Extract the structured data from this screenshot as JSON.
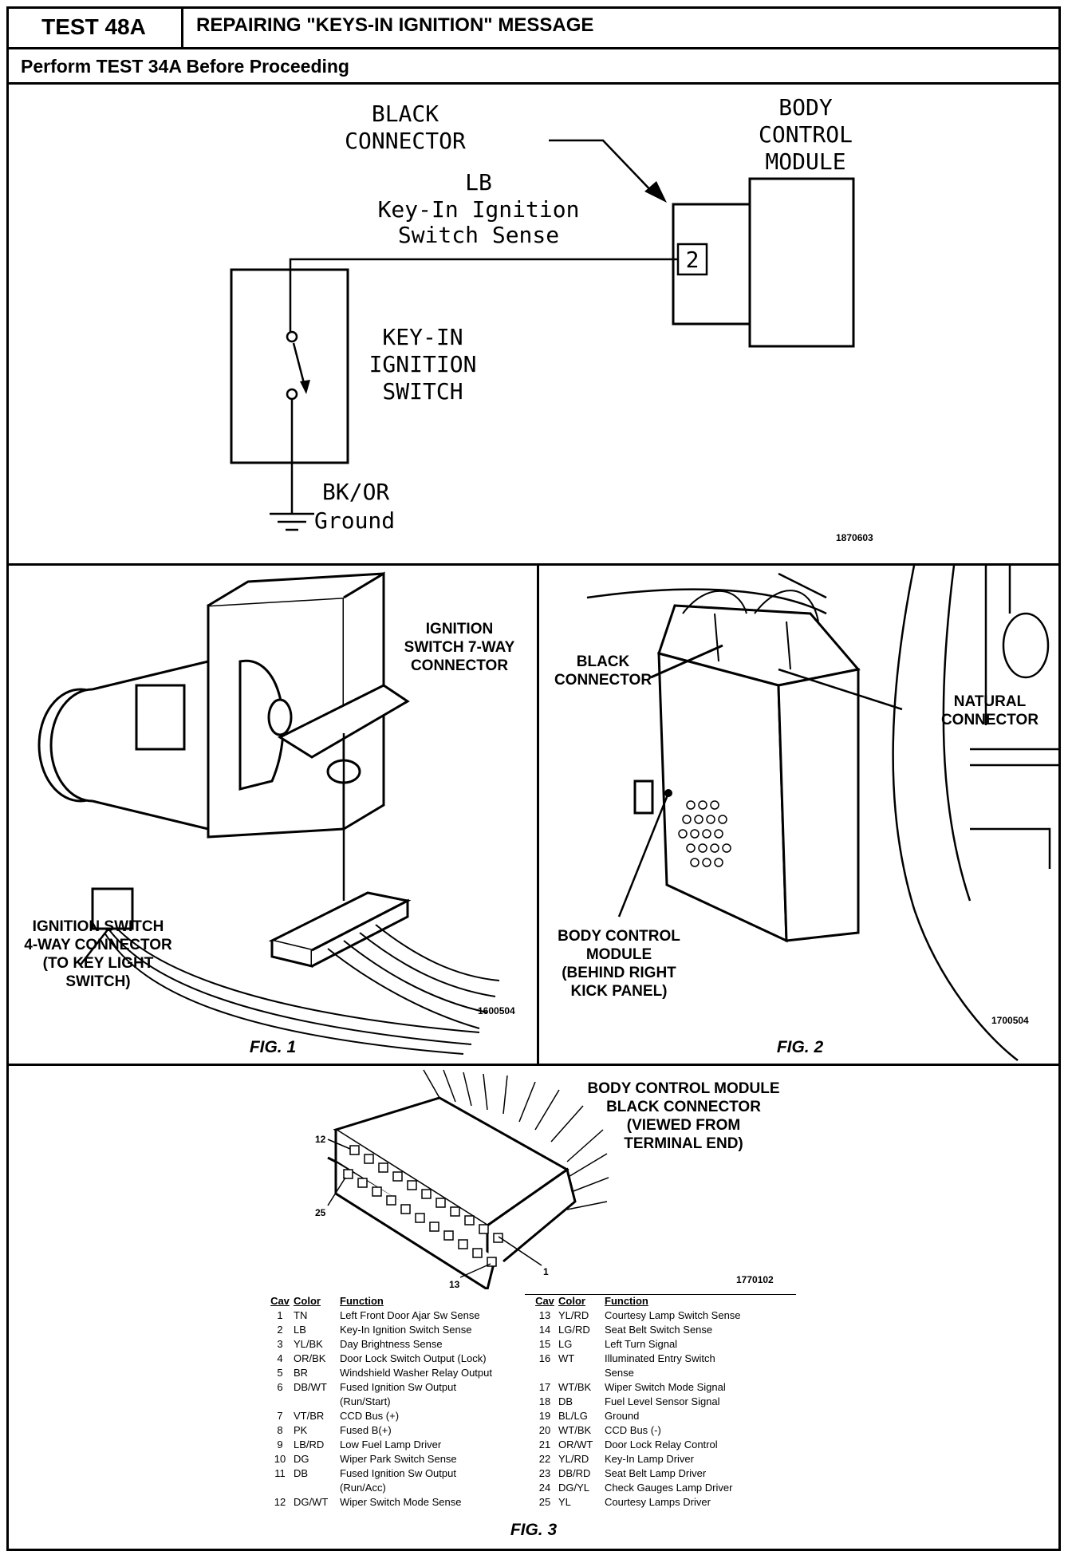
{
  "header": {
    "test_id": "TEST 48A",
    "title": "REPAIRING \"KEYS-IN IGNITION\" MESSAGE",
    "prerequisite": "Perform TEST 34A Before Proceeding"
  },
  "schematic": {
    "connector_label_1": "BLACK",
    "connector_label_2": "CONNECTOR",
    "module_label_1": "BODY",
    "module_label_2": "CONTROL",
    "module_label_3": "MODULE",
    "wire_color": "LB",
    "wire_func_1": "Key-In Ignition",
    "wire_func_2": "Switch Sense",
    "pin": "2",
    "switch_label_1": "KEY-IN",
    "switch_label_2": "IGNITION",
    "switch_label_3": "SWITCH",
    "ground_color": "BK/OR",
    "ground_label": "Ground",
    "image_id": "1870603"
  },
  "fig1": {
    "label_a_1": "IGNITION",
    "label_a_2": "SWITCH 7-WAY",
    "label_a_3": "CONNECTOR",
    "label_b_1": "IGNITION SWITCH",
    "label_b_2": "4-WAY CONNECTOR",
    "label_b_3": "(TO KEY LIGHT",
    "label_b_4": "SWITCH)",
    "image_id": "1600504",
    "caption": "FIG. 1"
  },
  "fig2": {
    "black_1": "BLACK",
    "black_2": "CONNECTOR",
    "natural_1": "NATURAL",
    "natural_2": "CONNECTOR",
    "bcm_1": "BODY CONTROL",
    "bcm_2": "MODULE",
    "bcm_3": "(BEHIND RIGHT",
    "bcm_4": "KICK PANEL)",
    "image_id": "1700504",
    "caption": "FIG. 2"
  },
  "fig3": {
    "title_1": "BODY CONTROL MODULE",
    "title_2": "BLACK CONNECTOR",
    "title_3": "(VIEWED FROM",
    "title_4": "TERMINAL END)",
    "pin_12": "12",
    "pin_25": "25",
    "pin_13": "13",
    "pin_1": "1",
    "image_id": "1770102",
    "caption": "FIG. 3",
    "headers": {
      "cav": "Cav",
      "color": "Color",
      "function": "Function"
    },
    "left": [
      {
        "cav": "1",
        "color": "TN",
        "func": "Left Front Door Ajar Sw Sense"
      },
      {
        "cav": "2",
        "color": "LB",
        "func": "Key-In Ignition Switch Sense"
      },
      {
        "cav": "3",
        "color": "YL/BK",
        "func": "Day Brightness Sense"
      },
      {
        "cav": "4",
        "color": "OR/BK",
        "func": "Door Lock Switch Output (Lock)"
      },
      {
        "cav": "5",
        "color": "BR",
        "func": "Windshield Washer Relay Output"
      },
      {
        "cav": "6",
        "color": "DB/WT",
        "func": "Fused Ignition Sw Output",
        "cont": "(Run/Start)"
      },
      {
        "cav": "7",
        "color": "VT/BR",
        "func": "CCD Bus (+)"
      },
      {
        "cav": "8",
        "color": "PK",
        "func": "Fused B(+)"
      },
      {
        "cav": "9",
        "color": "LB/RD",
        "func": "Low Fuel Lamp Driver"
      },
      {
        "cav": "10",
        "color": "DG",
        "func": "Wiper Park Switch Sense"
      },
      {
        "cav": "11",
        "color": "DB",
        "func": "Fused Ignition Sw Output",
        "cont": "(Run/Acc)"
      },
      {
        "cav": "12",
        "color": "DG/WT",
        "func": "Wiper Switch Mode Sense"
      }
    ],
    "right": [
      {
        "cav": "13",
        "color": "YL/RD",
        "func": "Courtesy Lamp Switch Sense"
      },
      {
        "cav": "14",
        "color": "LG/RD",
        "func": "Seat Belt Switch Sense"
      },
      {
        "cav": "15",
        "color": "LG",
        "func": "Left Turn Signal"
      },
      {
        "cav": "16",
        "color": "WT",
        "func": "Illuminated Entry Switch",
        "cont": "Sense"
      },
      {
        "cav": "17",
        "color": "WT/BK",
        "func": "Wiper Switch Mode Signal"
      },
      {
        "cav": "18",
        "color": "DB",
        "func": "Fuel Level Sensor Signal"
      },
      {
        "cav": "19",
        "color": "BL/LG",
        "func": "Ground"
      },
      {
        "cav": "20",
        "color": "WT/BK",
        "func": "CCD Bus (-)"
      },
      {
        "cav": "21",
        "color": "OR/WT",
        "func": "Door Lock Relay Control"
      },
      {
        "cav": "22",
        "color": "YL/RD",
        "func": "Key-In Lamp Driver"
      },
      {
        "cav": "23",
        "color": "DB/RD",
        "func": "Seat Belt Lamp Driver"
      },
      {
        "cav": "24",
        "color": "DG/YL",
        "func": "Check Gauges Lamp Driver"
      },
      {
        "cav": "25",
        "color": "YL",
        "func": "Courtesy Lamps Driver"
      }
    ]
  }
}
